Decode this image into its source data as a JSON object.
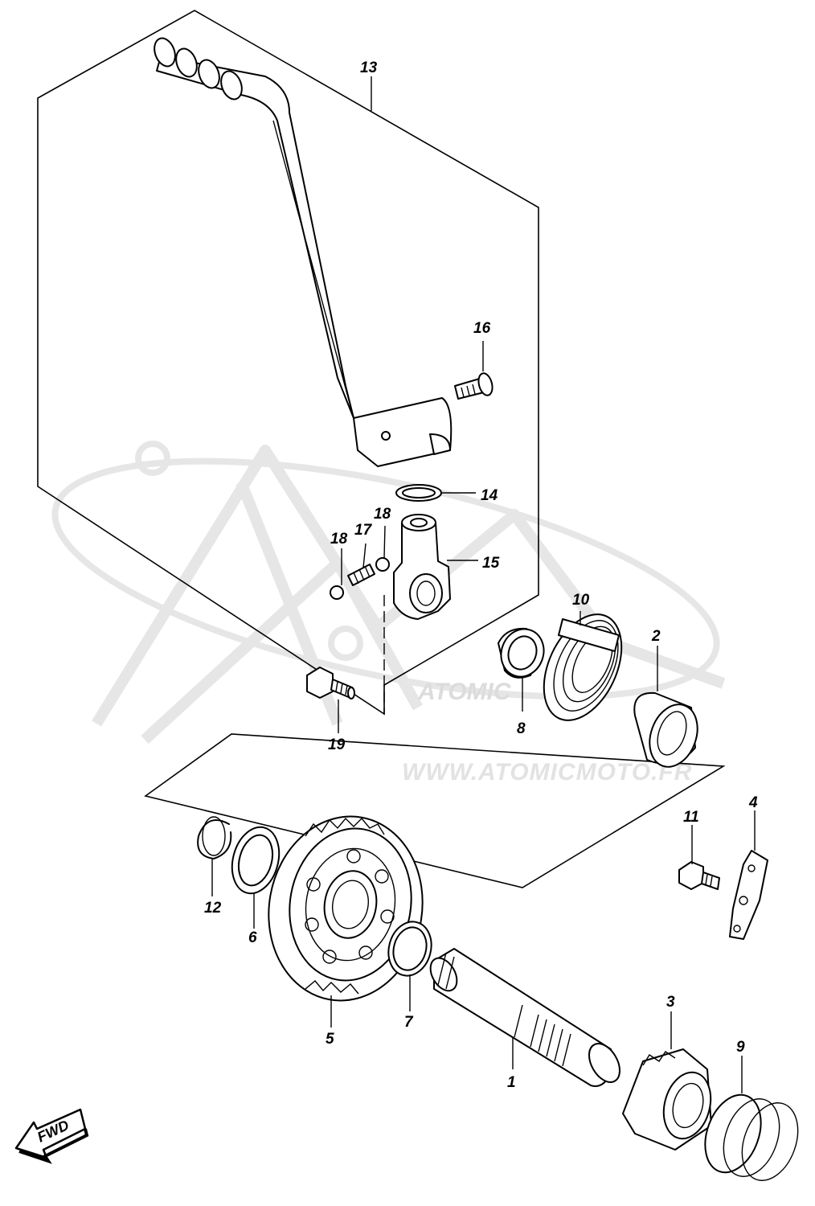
{
  "watermark": {
    "url_text": "WWW.ATOMICMOTO.FR",
    "logo_text": "ATOMIC"
  },
  "fwd_label": "FWD",
  "callouts": {
    "p1": "1",
    "p2": "2",
    "p3": "3",
    "p4": "4",
    "p5": "5",
    "p6": "6",
    "p7": "7",
    "p8": "8",
    "p9": "9",
    "p10": "10",
    "p11": "11",
    "p12": "12",
    "p13": "13",
    "p14": "14",
    "p15": "15",
    "p16": "16",
    "p17": "17",
    "p18a": "18",
    "p18b": "18",
    "p19": "19"
  }
}
